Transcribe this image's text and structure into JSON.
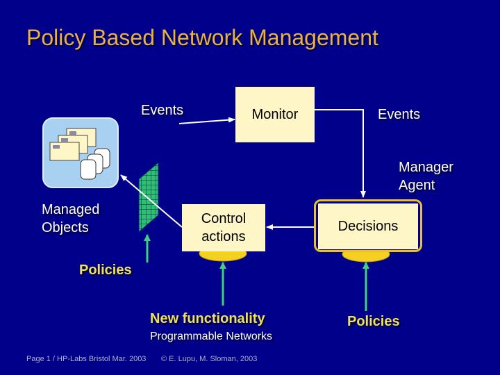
{
  "title": "Policy Based Network Management",
  "labels": {
    "events_left": "Events",
    "monitor": "Monitor",
    "events_right": "Events",
    "manager_line1": "Manager",
    "manager_line2": "Agent",
    "managed_objects_line1": "Managed",
    "managed_objects_line2": "Objects",
    "control_line1": "Control",
    "control_line2": "actions",
    "decisions": "Decisions",
    "policies_left": "Policies",
    "new_functionality": "New functionality",
    "programmable_networks": "Programmable Networks",
    "policies_right": "Policies"
  },
  "footer": {
    "left": "Page 1 / HP-Labs Bristol Mar. 2003",
    "right": "© E. Lupu, M. Sloman, 2003"
  },
  "colors": {
    "background": "#00008b",
    "title": "#e8b048",
    "box_fill": "#fff6c8",
    "accent_yellow": "#f0e060",
    "ellipse": "#f5d020",
    "green_arrow": "#40d080",
    "grid_green": "#30c070"
  },
  "icons": [
    "network-objects-icon",
    "policy-grid-icon"
  ]
}
